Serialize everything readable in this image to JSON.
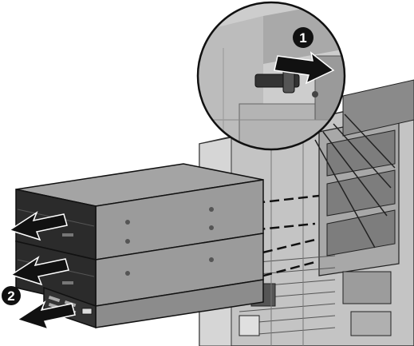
{
  "diagram": {
    "steps": [
      {
        "number": "1",
        "action": "slide-latch-right"
      },
      {
        "number": "2",
        "action": "pull-drives-out"
      }
    ],
    "colors": {
      "ink": "#1a1a1a",
      "chassis": "#bdbdbd",
      "chassis_dark": "#8f8f8f",
      "drive_face": "#2b2b2b",
      "drive_body": "#9a9a9a",
      "callout_bg": "#cfcfcf",
      "arrow": "#111111"
    },
    "icons": [
      "latch-icon",
      "arrow-right-icon",
      "arrow-left-icon",
      "usb-port-icon"
    ]
  }
}
